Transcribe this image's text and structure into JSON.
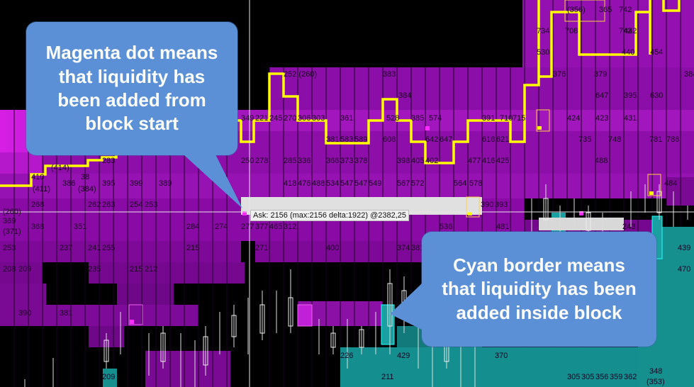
{
  "colors": {
    "background": "#000000",
    "magenta_dark": "#8a0aa8",
    "magenta_mid": "#a51bc0",
    "magenta_bright": "#d018e0",
    "teal": "#138f8f",
    "price_line": "#ffff00",
    "callout_bg": "#5b8fd6",
    "row_bar": "#e0e0e0"
  },
  "callouts": {
    "left": "Magenta dot means\nthat liquidity has\nbeen added from\nblock start",
    "right": "Cyan border means\nthat liquidity has been\nadded inside block"
  },
  "tooltip": {
    "text": "Ask: 2156 (max:2156 delta:1922) @2382,25"
  },
  "labels": [
    [
      "(356)",
      800,
      17
    ],
    [
      "365",
      845,
      17
    ],
    [
      "742",
      873,
      17
    ],
    [
      "734",
      757,
      47
    ],
    [
      "708",
      797,
      47
    ],
    [
      "442",
      880,
      47
    ],
    [
      "742",
      873,
      47
    ],
    [
      "454",
      917,
      77
    ],
    [
      "440",
      877,
      77
    ],
    [
      "530",
      757,
      77
    ],
    [
      "252 (260)",
      400,
      108
    ],
    [
      "383",
      540,
      108
    ],
    [
      "376",
      780,
      108
    ],
    [
      "379",
      838,
      108
    ],
    [
      "384",
      965,
      108
    ],
    [
      "384",
      562,
      138
    ],
    [
      "647",
      840,
      138
    ],
    [
      "395",
      880,
      138
    ],
    [
      "630",
      917,
      138
    ],
    [
      "349",
      340,
      170
    ],
    [
      "221",
      360,
      170
    ],
    [
      "245",
      380,
      170
    ],
    [
      "270",
      400,
      170
    ],
    [
      "306",
      420,
      170
    ],
    [
      "303",
      440,
      170
    ],
    [
      "361",
      480,
      170
    ],
    [
      "528",
      545,
      170
    ],
    [
      "385",
      580,
      170
    ],
    [
      "574",
      605,
      170
    ],
    [
      "391",
      680,
      170
    ],
    [
      "710",
      705,
      170
    ],
    [
      "715",
      723,
      170
    ],
    [
      "424",
      800,
      170
    ],
    [
      "423",
      840,
      170
    ],
    [
      "431",
      880,
      170
    ],
    [
      "381",
      460,
      200
    ],
    [
      "583",
      480,
      200
    ],
    [
      "589",
      500,
      200
    ],
    [
      "606",
      540,
      200
    ],
    [
      "642",
      600,
      200
    ],
    [
      "647",
      620,
      200
    ],
    [
      "616",
      680,
      200
    ],
    [
      "621",
      700,
      200
    ],
    [
      "735",
      816,
      200
    ],
    [
      "748",
      858,
      200
    ],
    [
      "781",
      916,
      200
    ],
    [
      "786",
      940,
      200
    ],
    [
      "283",
      144,
      230
    ],
    [
      "250",
      340,
      230
    ],
    [
      "278",
      360,
      230
    ],
    [
      "285",
      400,
      230
    ],
    [
      "336",
      420,
      230
    ],
    [
      "366",
      460,
      230
    ],
    [
      "373",
      480,
      230
    ],
    [
      "378",
      500,
      230
    ],
    [
      "398",
      560,
      230
    ],
    [
      "405",
      580,
      230
    ],
    [
      "402",
      600,
      230
    ],
    [
      "477",
      660,
      230
    ],
    [
      "416",
      680,
      230
    ],
    [
      "425",
      700,
      230
    ],
    [
      "488",
      839,
      230
    ],
    [
      "410",
      44,
      253
    ],
    [
      "(414)",
      72,
      240
    ],
    [
      "386",
      88,
      262
    ],
    [
      "38",
      114,
      253
    ],
    [
      "(384)",
      110,
      270
    ],
    [
      "395",
      144,
      262
    ],
    [
      "399",
      183,
      262
    ],
    [
      "389",
      224,
      262
    ],
    [
      "418",
      400,
      262
    ],
    [
      "476",
      420,
      262
    ],
    [
      "488",
      440,
      262
    ],
    [
      "534",
      460,
      262
    ],
    [
      "547",
      480,
      262
    ],
    [
      "547",
      500,
      262
    ],
    [
      "549",
      520,
      262
    ],
    [
      "567",
      560,
      262
    ],
    [
      "572",
      580,
      262
    ],
    [
      "564",
      640,
      262
    ],
    [
      "578",
      662,
      262
    ],
    [
      "484",
      937,
      262
    ],
    [
      "(411)",
      46,
      270
    ],
    [
      "268",
      44,
      292
    ],
    [
      "(260)",
      4,
      302
    ],
    [
      "262",
      124,
      292
    ],
    [
      "263",
      144,
      292
    ],
    [
      "254",
      183,
      292
    ],
    [
      "253",
      204,
      292
    ],
    [
      "390",
      678,
      292
    ],
    [
      "393",
      698,
      292
    ],
    [
      "369",
      4,
      315
    ],
    [
      "(371)",
      4,
      330
    ],
    [
      "368",
      44,
      323
    ],
    [
      "351",
      104,
      323
    ],
    [
      "284",
      263,
      323
    ],
    [
      "274",
      303,
      323
    ],
    [
      "277",
      340,
      323
    ],
    [
      "377",
      360,
      323
    ],
    [
      "465",
      380,
      323
    ],
    [
      "312",
      400,
      323
    ],
    [
      "536",
      620,
      323
    ],
    [
      "481",
      700,
      323
    ],
    [
      "243",
      878,
      323
    ],
    [
      "253",
      4,
      353
    ],
    [
      "237",
      84,
      353
    ],
    [
      "241",
      124,
      353
    ],
    [
      "255",
      144,
      353
    ],
    [
      "215",
      263,
      353
    ],
    [
      "271",
      360,
      353
    ],
    [
      "400",
      460,
      353
    ],
    [
      "374",
      560,
      353
    ],
    [
      "381",
      580,
      353
    ],
    [
      "439",
      956,
      353
    ],
    [
      "208",
      4,
      383
    ],
    [
      "209",
      26,
      383
    ],
    [
      "235",
      124,
      383
    ],
    [
      "215",
      183,
      383
    ],
    [
      "212",
      204,
      383
    ],
    [
      "470",
      956,
      383
    ],
    [
      "390",
      26,
      445
    ],
    [
      "381",
      84,
      445
    ],
    [
      "226",
      480,
      505
    ],
    [
      "429",
      560,
      505
    ],
    [
      "370",
      698,
      505
    ],
    [
      "209",
      144,
      535
    ],
    [
      "211",
      538,
      535
    ],
    [
      "305",
      800,
      535
    ],
    [
      "305",
      820,
      535
    ],
    [
      "356",
      840,
      535
    ],
    [
      "359",
      860,
      535
    ],
    [
      "362",
      880,
      535
    ],
    [
      "348",
      916,
      527
    ],
    [
      "(353)",
      912,
      542
    ]
  ]
}
